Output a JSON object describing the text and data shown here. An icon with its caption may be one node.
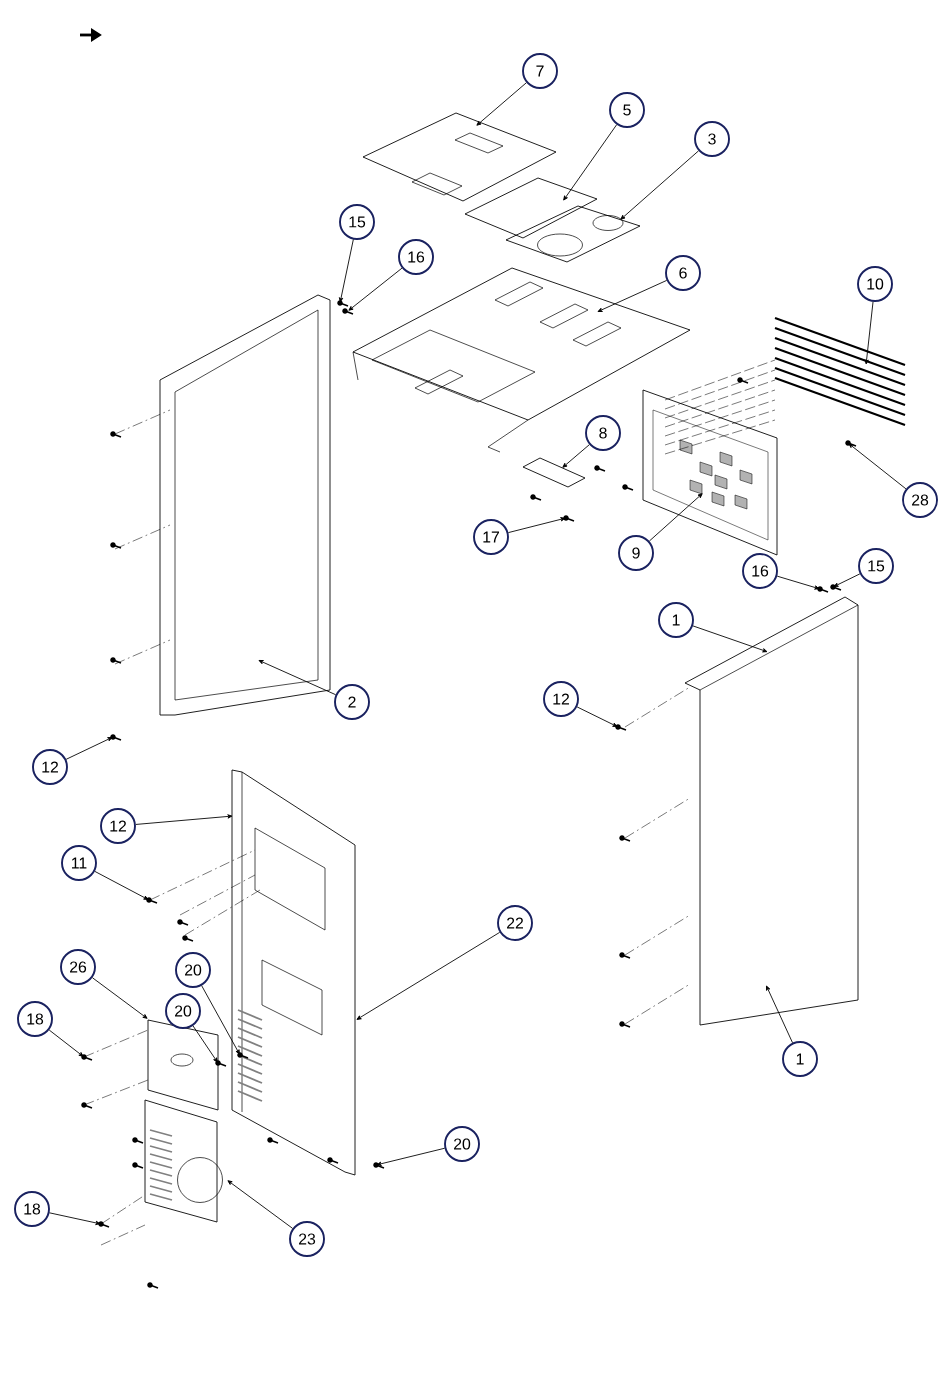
{
  "diagram": {
    "nodes": [
      {
        "text": [
          "7"
        ]
      },
      {
        "text": [
          "5"
        ]
      },
      {
        "text": [
          "3"
        ]
      },
      {
        "text": [
          "15"
        ]
      },
      {
        "text": [
          "16"
        ]
      },
      {
        "text": [
          "6"
        ]
      },
      {
        "text": [
          "10"
        ]
      },
      {
        "text": [
          "8"
        ]
      },
      {
        "text": [
          "28"
        ]
      },
      {
        "text": [
          "17"
        ]
      },
      {
        "text": [
          "9"
        ]
      },
      {
        "text": [
          "16"
        ]
      },
      {
        "text": [
          "15"
        ]
      },
      {
        "text": [
          "1"
        ]
      },
      {
        "text": [
          "2"
        ]
      },
      {
        "text": [
          "12"
        ]
      },
      {
        "text": [
          "12"
        ]
      },
      {
        "text": [
          "12"
        ]
      },
      {
        "text": [
          "11"
        ]
      },
      {
        "text": [
          "22"
        ]
      },
      {
        "text": [
          "20"
        ]
      },
      {
        "text": [
          "26"
        ]
      },
      {
        "text": [
          "18"
        ]
      },
      {
        "text": [
          "20"
        ]
      },
      {
        "text": [
          "1"
        ]
      },
      {
        "text": [
          "20"
        ]
      },
      {
        "text": [
          "18"
        ]
      },
      {
        "text": [
          "23"
        ]
      }
    ],
    "edges": [
      {
        "from": 0,
        "to": null,
        "arrow": "to"
      },
      {
        "from": 1,
        "to": null,
        "arrow": "to"
      },
      {
        "from": 2,
        "to": null,
        "arrow": "to"
      },
      {
        "from": 3,
        "to": null,
        "arrow": "to"
      },
      {
        "from": 4,
        "to": null,
        "arrow": "to"
      },
      {
        "from": 5,
        "to": null,
        "arrow": "to"
      },
      {
        "from": 6,
        "to": null,
        "arrow": "to"
      },
      {
        "from": 7,
        "to": null,
        "arrow": "to"
      },
      {
        "from": 8,
        "to": null,
        "arrow": "to"
      },
      {
        "from": 9,
        "to": null,
        "arrow": "to"
      },
      {
        "from": 10,
        "to": null,
        "arrow": "to"
      },
      {
        "from": 11,
        "to": null,
        "arrow": "to"
      },
      {
        "from": 12,
        "to": null,
        "arrow": "to"
      },
      {
        "from": 13,
        "to": null,
        "arrow": "to"
      },
      {
        "from": 14,
        "to": null,
        "arrow": "to"
      },
      {
        "from": 15,
        "to": null,
        "arrow": "to"
      },
      {
        "from": 16,
        "to": null,
        "arrow": "to"
      },
      {
        "from": 17,
        "to": null,
        "arrow": "to"
      },
      {
        "from": 18,
        "to": null,
        "arrow": "to"
      },
      {
        "from": 19,
        "to": null,
        "arrow": "to"
      },
      {
        "from": 20,
        "to": null,
        "arrow": "to"
      },
      {
        "from": 21,
        "to": null,
        "arrow": "to"
      },
      {
        "from": 22,
        "to": null,
        "arrow": "to"
      },
      {
        "from": 23,
        "to": null,
        "arrow": "to"
      },
      {
        "from": 24,
        "to": null,
        "arrow": "to"
      },
      {
        "from": 25,
        "to": null,
        "arrow": "to"
      },
      {
        "from": 26,
        "to": null,
        "arrow": "to"
      },
      {
        "from": 27,
        "to": null,
        "arrow": "to"
      }
    ]
  }
}
